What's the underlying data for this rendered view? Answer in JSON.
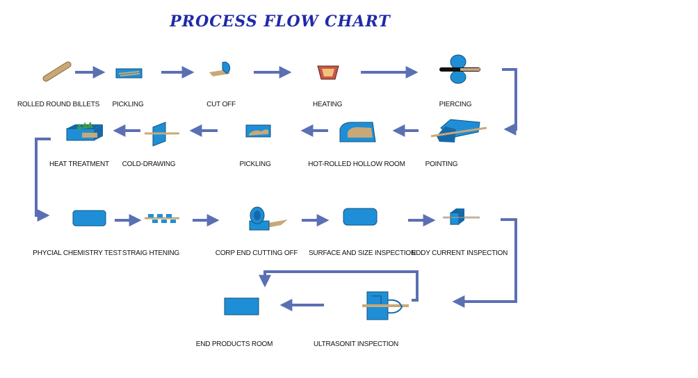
{
  "title": "PROCESS FLOW CHART",
  "colors": {
    "arrow": "#5b6fb3",
    "machine": "#1e8fd6",
    "machine_dark": "#1669a8",
    "material": "#c9a878",
    "title": "#1f2aa8"
  },
  "steps": [
    {
      "id": "rolled-round-billets",
      "label": "ROLLED ROUND BILLETS",
      "icon": "billet-icon"
    },
    {
      "id": "pickling-1",
      "label": "PICKLING",
      "icon": "pickling-tank-icon"
    },
    {
      "id": "cut-off",
      "label": "CUT OFF",
      "icon": "saw-icon"
    },
    {
      "id": "heating",
      "label": "HEATING",
      "icon": "furnace-icon"
    },
    {
      "id": "piercing",
      "label": "PIERCING",
      "icon": "piercing-mill-icon"
    },
    {
      "id": "pointing",
      "label": "POINTING",
      "icon": "pointing-machine-icon"
    },
    {
      "id": "hot-rolled-hollow-room",
      "label": "HOT-ROLLED HOLLOW  ROOM",
      "icon": "hollow-room-icon"
    },
    {
      "id": "pickling-2",
      "label": "PICKLING",
      "icon": "pickling-tank-icon"
    },
    {
      "id": "cold-drawing",
      "label": "COLD-DRAWING",
      "icon": "drawing-die-icon"
    },
    {
      "id": "heat-treatment",
      "label": "HEAT  TREATMENT",
      "icon": "heat-treatment-furnace-icon"
    },
    {
      "id": "physical-chemistry-test",
      "label": "PHYCIAL  CHEMISTRY  TEST",
      "icon": "test-box-icon"
    },
    {
      "id": "straightening",
      "label": "STRAIG HTENING",
      "icon": "straightener-icon"
    },
    {
      "id": "crop-end-cutting-off",
      "label": "CORP  END  CUTTING  OFF",
      "icon": "end-cutter-icon"
    },
    {
      "id": "surface-and-size-inspection",
      "label": "SURFACE  AND SIZE  INSPECTION",
      "icon": "inspection-box-icon"
    },
    {
      "id": "eddy-current-inspection",
      "label": "EDDY  CURRENT  INSPECTION",
      "icon": "eddy-current-icon"
    },
    {
      "id": "ultrasonic-inspection",
      "label": "ULTRASONIT  INSPECTION",
      "icon": "ultrasonic-icon"
    },
    {
      "id": "end-products-room",
      "label": "END  PRODUCTS  ROOM",
      "icon": "storage-box-icon"
    }
  ],
  "flow": [
    [
      "rolled-round-billets",
      "pickling-1"
    ],
    [
      "pickling-1",
      "cut-off"
    ],
    [
      "cut-off",
      "heating"
    ],
    [
      "heating",
      "piercing"
    ],
    [
      "piercing",
      "pointing"
    ],
    [
      "pointing",
      "hot-rolled-hollow-room"
    ],
    [
      "hot-rolled-hollow-room",
      "pickling-2"
    ],
    [
      "pickling-2",
      "cold-drawing"
    ],
    [
      "cold-drawing",
      "heat-treatment"
    ],
    [
      "heat-treatment",
      "physical-chemistry-test"
    ],
    [
      "physical-chemistry-test",
      "straightening"
    ],
    [
      "straightening",
      "crop-end-cutting-off"
    ],
    [
      "crop-end-cutting-off",
      "surface-and-size-inspection"
    ],
    [
      "surface-and-size-inspection",
      "eddy-current-inspection"
    ],
    [
      "eddy-current-inspection",
      "ultrasonic-inspection"
    ],
    [
      "ultrasonic-inspection",
      "end-products-room"
    ]
  ]
}
